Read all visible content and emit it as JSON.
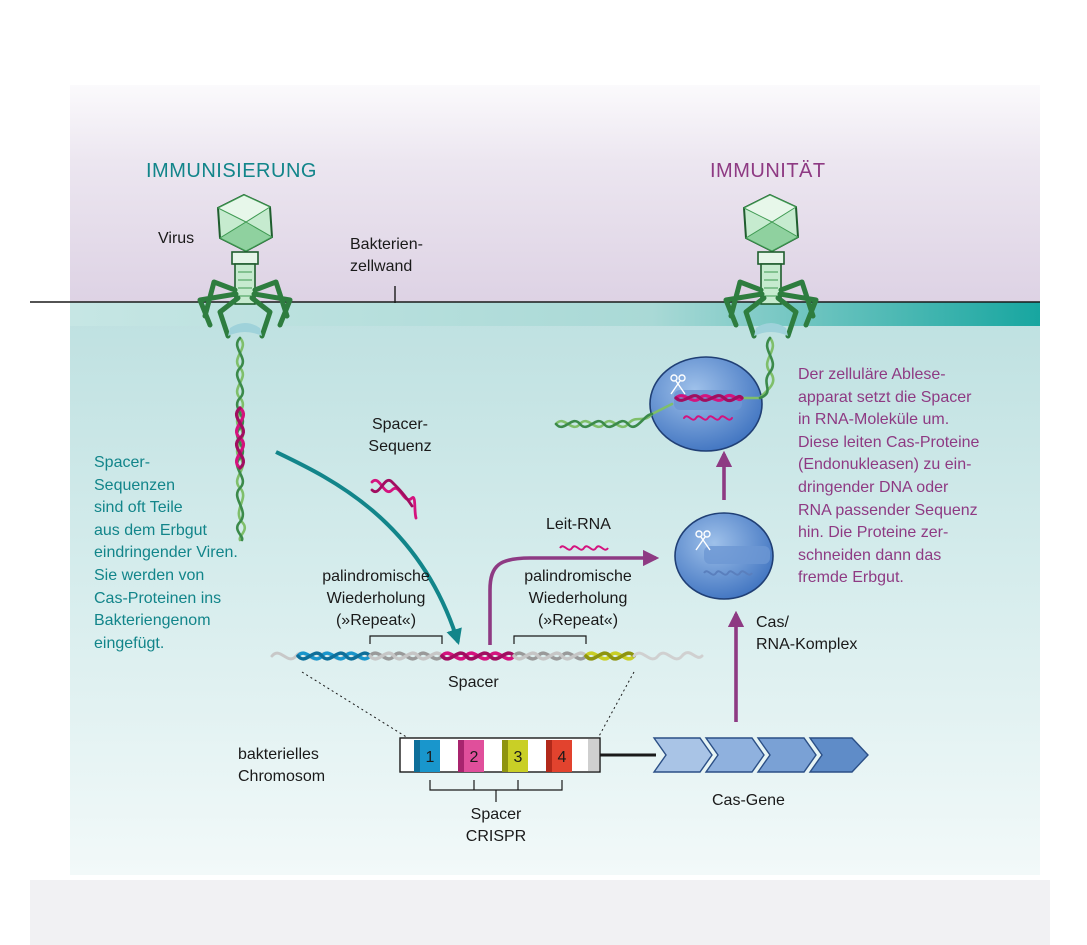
{
  "colors": {
    "teal": "#12858a",
    "purple": "#8e3a83",
    "magenta": "#d4137e",
    "spacer_blue": "#1996cc",
    "spacer_pink": "#e04f9b",
    "spacer_yellow": "#c9cf26",
    "spacer_red": "#e2432e",
    "cas_gene": "#6e97cc",
    "virus_green": "#3f9a52"
  },
  "headings": {
    "immunisierung": "IMMUNISIERUNG",
    "immunitaet": "IMMUNITÄT"
  },
  "labels": {
    "virus": "Virus",
    "zellwand": [
      "Bakterien-",
      "zellwand"
    ],
    "spacer_sequenz": [
      "Spacer-",
      "Sequenz"
    ],
    "leit_rna": "Leit-RNA",
    "repeat_left": [
      "palindromische",
      "Wiederholung",
      "(»Repeat«)"
    ],
    "repeat_right": [
      "palindromische",
      "Wiederholung",
      "(»Repeat«)"
    ],
    "spacer": "Spacer",
    "cas_rna": [
      "Cas/",
      "RNA-Komplex"
    ],
    "chromosom": [
      "bakterielles",
      "Chromosom"
    ],
    "crispr": [
      "Spacer",
      "CRISPR"
    ],
    "cas_gene": "Cas-Gene"
  },
  "spacer_numbers": [
    "1",
    "2",
    "3",
    "4"
  ],
  "left_text": [
    "Spacer-",
    "Sequenzen",
    "sind oft Teile",
    "aus dem Erbgut",
    "eindringender Viren.",
    "Sie werden von",
    "Cas-Proteinen ins",
    "Bakteriengenom",
    "eingefügt."
  ],
  "right_text": [
    "Der zelluläre Ablese-",
    "apparat setzt die Spacer",
    "in RNA-Moleküle um.",
    "Diese leiten Cas-Proteine",
    "(Endonukleasen) zu ein-",
    "dringender DNA oder",
    "RNA passender Sequenz",
    "hin. Die Proteine zer-",
    "schneiden dann das",
    "fremde Erbgut."
  ]
}
